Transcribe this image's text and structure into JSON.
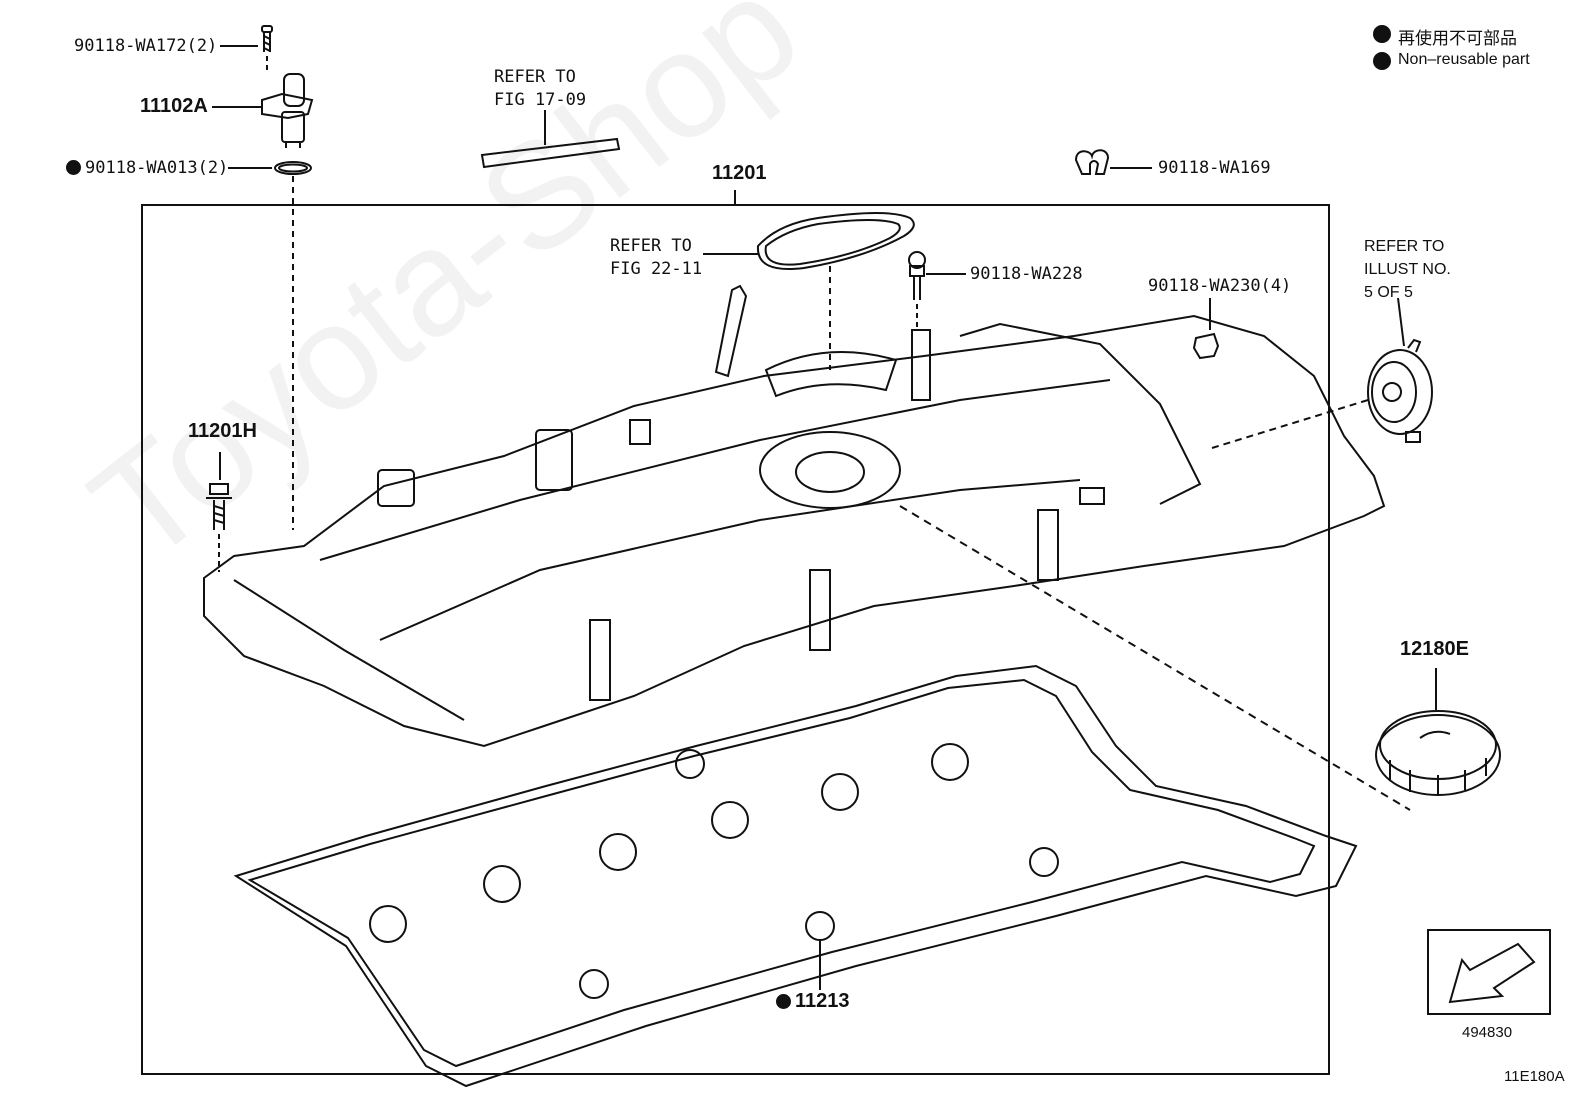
{
  "legend": {
    "line1": "再使用不可部品",
    "line2": "Non–reusable part"
  },
  "parts": {
    "p90118_wa172": "90118-WA172(2)",
    "p11102a": "11102A",
    "p90118_wa013": "90118-WA013(2)",
    "p11201": "11201",
    "p11201h": "11201H",
    "p90118_wa169": "90118-WA169",
    "p90118_wa228": "90118-WA228",
    "p90118_wa230": "90118-WA230(4)",
    "p12180e": "12180E",
    "p11213": "11213"
  },
  "references": {
    "fig1709_l1": "REFER TO",
    "fig1709_l2": "FIG 17-09",
    "fig2211_l1": "REFER TO",
    "fig2211_l2": "FIG 22-11",
    "illust_l1": "REFER TO",
    "illust_l2": "ILLUST NO.",
    "illust_l3": "5 OF 5"
  },
  "direction_box": {
    "code": "494830"
  },
  "figure_code": "11E180A",
  "watermark": "Toyota-Shop"
}
